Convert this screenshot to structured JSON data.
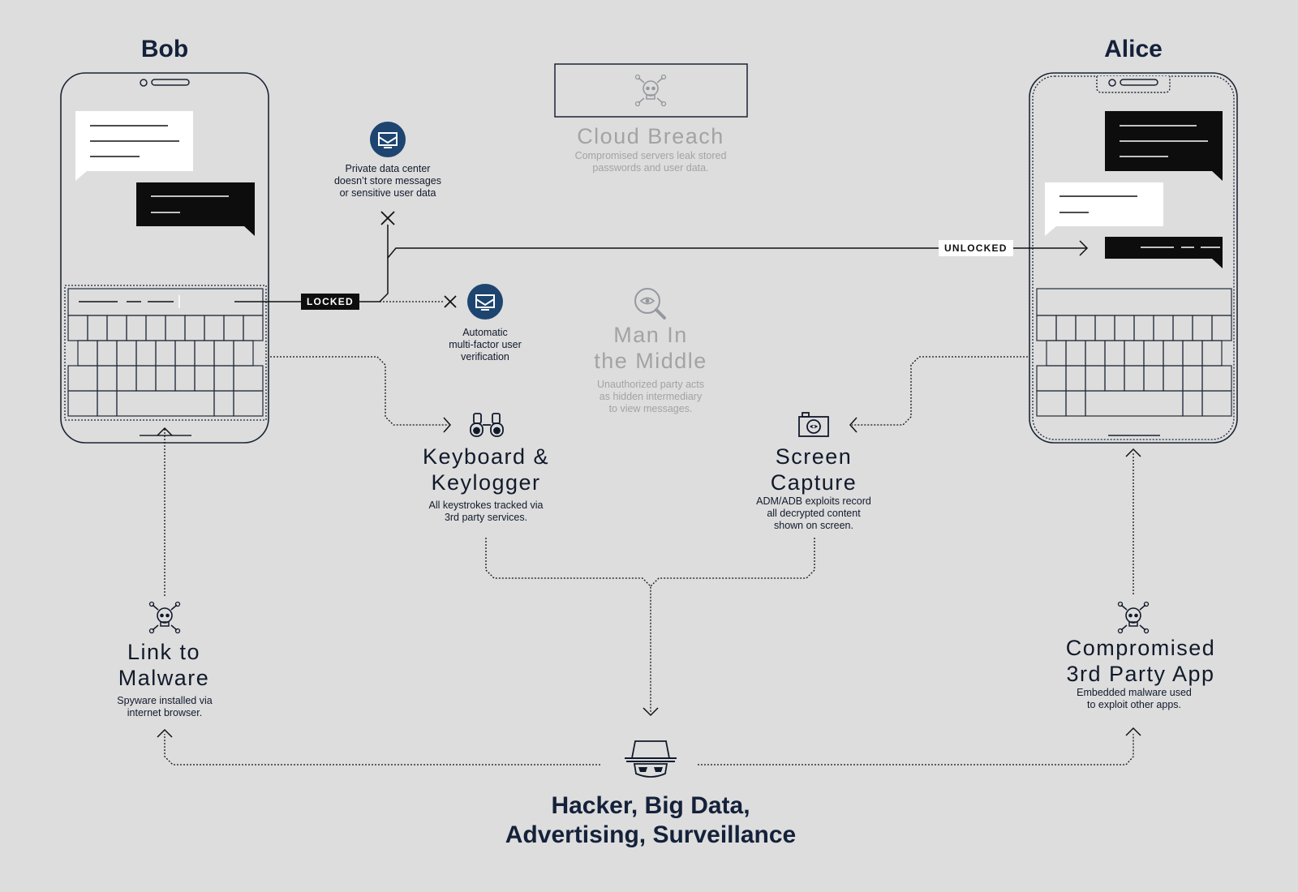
{
  "colors": {
    "background": "#dddddd",
    "ink": "#14213a",
    "accent": "#1d4570",
    "ghost": "#a3a3a3"
  },
  "bob": {
    "name": "Bob",
    "icon": "phone-icon"
  },
  "alice": {
    "name": "Alice",
    "icon": "phone-icon"
  },
  "channel": {
    "locked_label": "LOCKED",
    "unlocked_label": "UNLOCKED"
  },
  "protections": {
    "data_center": {
      "icon": "server-shield-icon",
      "text": "Private data center\ndoesn’t store messages\nor sensitive user data"
    },
    "mfa": {
      "icon": "server-shield-icon",
      "text": "Automatic\nmulti-factor user\nverification"
    }
  },
  "threats": {
    "cloud_breach": {
      "icon": "skull-crossbones-icon",
      "title": "Cloud Breach",
      "text": "Compromised servers leak stored\npasswords and user data."
    },
    "mitm": {
      "icon": "magnifier-eye-icon",
      "title": "Man In\nthe Middle",
      "text": "Unauthorized party acts\nas hidden intermediary\nto view messages."
    },
    "keylogger": {
      "icon": "binoculars-icon",
      "title": "Keyboard &\nKeylogger",
      "text": "All keystrokes tracked via\n3rd party services."
    },
    "screen_capture": {
      "icon": "camera-icon",
      "title": "Screen\nCapture",
      "text": "ADM/ADB exploits record\nall decrypted content\nshown on screen."
    },
    "malware_link": {
      "icon": "skull-crossbones-icon",
      "title": "Link to\nMalware",
      "text": "Spyware installed via\ninternet browser."
    },
    "third_party_app": {
      "icon": "skull-crossbones-icon",
      "title": "Compromised\n3rd Party App",
      "text": "Embedded malware used\nto exploit other apps."
    }
  },
  "adversary": {
    "icon": "hacker-hat-icon",
    "title": "Hacker, Big Data,\nAdvertising, Surveillance"
  }
}
